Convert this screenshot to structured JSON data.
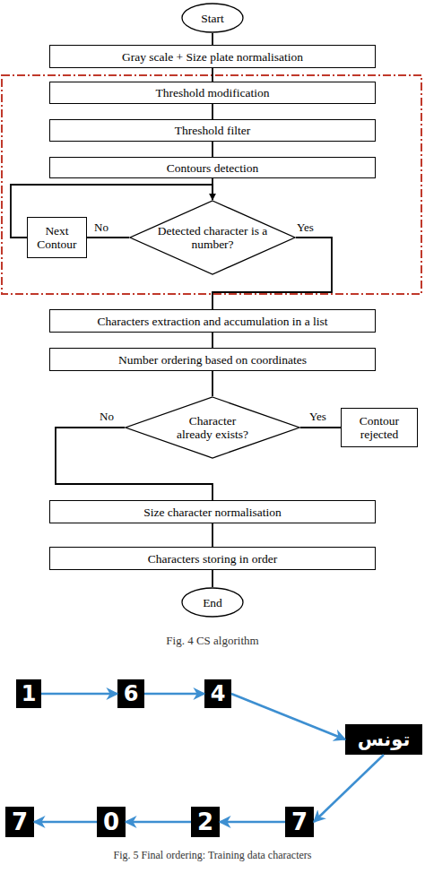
{
  "diagram": {
    "caption": "Fig. 4 CS algorithm",
    "nodes": [
      {
        "text": [
          "Start"
        ]
      },
      {
        "text": [
          "Gray scale + Size plate normalisation"
        ]
      },
      {
        "text": [
          "Threshold modification"
        ]
      },
      {
        "text": [
          "Threshold filter"
        ]
      },
      {
        "text": [
          "Contours detection"
        ]
      },
      {
        "text": [
          "Detected character is a number?"
        ]
      },
      {
        "text": [
          "Next Contour"
        ]
      },
      {
        "text": [
          "Characters extraction and accumulation in a list"
        ]
      },
      {
        "text": [
          "Number ordering based on coordinates"
        ]
      },
      {
        "text": [
          "Character already exists?"
        ]
      },
      {
        "text": [
          "Contour rejected"
        ]
      },
      {
        "text": [
          "Size character normalisation"
        ]
      },
      {
        "text": [
          "Characters storing in order"
        ]
      },
      {
        "text": [
          "End"
        ]
      },
      {
        "text": [
          "1"
        ]
      },
      {
        "text": [
          "6"
        ]
      },
      {
        "text": [
          "4"
        ]
      },
      {
        "text": [
          "تونس"
        ]
      },
      {
        "text": [
          "7"
        ]
      },
      {
        "text": [
          "2"
        ]
      },
      {
        "text": [
          "0"
        ]
      },
      {
        "text": [
          "7"
        ]
      }
    ],
    "edges": [
      {
        "from": 0,
        "to": 1,
        "arrow": "none"
      },
      {
        "from": 1,
        "to": 2,
        "arrow": "none"
      },
      {
        "from": 2,
        "to": 3,
        "arrow": "none"
      },
      {
        "from": 3,
        "to": 4,
        "arrow": "none"
      },
      {
        "from": 4,
        "to": 5,
        "arrow": "none"
      },
      {
        "from": 5,
        "to": 6,
        "label": "No",
        "arrow": "none"
      },
      {
        "from": 6,
        "to": 5,
        "arrow": "to"
      },
      {
        "from": 5,
        "to": 7,
        "label": "Yes",
        "arrow": "none"
      },
      {
        "from": 7,
        "to": 8,
        "arrow": "none"
      },
      {
        "from": 8,
        "to": 9,
        "arrow": "none"
      },
      {
        "from": 9,
        "to": 10,
        "label": "Yes",
        "arrow": "none"
      },
      {
        "from": 9,
        "to": 11,
        "label": "No",
        "arrow": "none"
      },
      {
        "from": 11,
        "to": 12,
        "arrow": "none"
      },
      {
        "from": 12,
        "to": 13,
        "arrow": "none"
      },
      {
        "from": 14,
        "to": 15,
        "arrow": "to"
      },
      {
        "from": 15,
        "to": 16,
        "arrow": "to"
      },
      {
        "from": 16,
        "to": 17,
        "arrow": "to"
      },
      {
        "from": 17,
        "to": 18,
        "arrow": "to"
      },
      {
        "from": 18,
        "to": 19,
        "arrow": "to"
      },
      {
        "from": 19,
        "to": 20,
        "arrow": "to"
      },
      {
        "from": 20,
        "to": 21,
        "arrow": "to"
      }
    ],
    "labels": [
      "Fig. 5 Final ordering: Training data characters"
    ]
  }
}
